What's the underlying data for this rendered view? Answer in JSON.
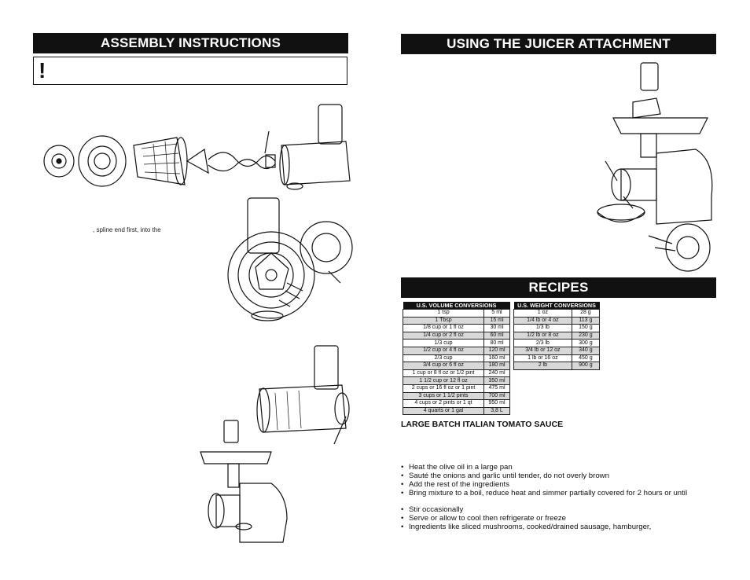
{
  "left": {
    "banner": "ASSEMBLY INSTRUCTIONS",
    "warning_icon": "!",
    "caption": ", spline end first, into the"
  },
  "right": {
    "banner_juicer": "USING THE JUICER ATTACHMENT",
    "banner_recipes": "RECIPES",
    "volume_table": {
      "title": "U.S. VOLUME CONVERSIONS",
      "rows": [
        [
          "1 tsp",
          "5 ml"
        ],
        [
          "1 Tbsp",
          "15 ml"
        ],
        [
          "1/8 cup or 1 fl oz",
          "30 ml"
        ],
        [
          "1/4 cup or 2 fl oz",
          "60 ml"
        ],
        [
          "1/3 cup",
          "80 ml"
        ],
        [
          "1/2 cup or 4 fl oz",
          "120 ml"
        ],
        [
          "2/3 cup",
          "160 ml"
        ],
        [
          "3/4 cup or 6 fl oz",
          "180 ml"
        ],
        [
          "1 cup or 8 fl oz or 1/2 pint",
          "240 ml"
        ],
        [
          "1 1/2 cup or 12 fl oz",
          "350 ml"
        ],
        [
          "2 cups or 16 fl oz or 1 pint",
          "475 ml"
        ],
        [
          "3 cups or 1 1/2 pints",
          "700 ml"
        ],
        [
          "4 cups or 2 pints or 1 qt",
          "950 ml"
        ],
        [
          "4 quarts or 1 gal",
          "3,8 L"
        ]
      ]
    },
    "weight_table": {
      "title": "U.S. WEIGHT CONVERSIONS",
      "rows": [
        [
          "1 oz",
          "28 g"
        ],
        [
          "1/4 lb or 4 oz",
          "113 g"
        ],
        [
          "1/3 lb",
          "150 g"
        ],
        [
          "1/2 lb or 8 oz",
          "230 g"
        ],
        [
          "2/3 lb",
          "300 g"
        ],
        [
          "3/4 lb or 12 oz",
          "340 g"
        ],
        [
          "1 lb or 16 oz",
          "450 g"
        ],
        [
          "2 lb",
          "900 g"
        ]
      ]
    },
    "recipe_title": "LARGE BATCH ITALIAN TOMATO SAUCE",
    "steps_a": [
      "Heat the olive oil in a large pan",
      "Sauté the onions and garlic until tender, do not overly brown",
      "Add the rest of the ingredients",
      "Bring mixture to a boil, reduce heat and simmer partially covered for 2 hours or until"
    ],
    "steps_b": [
      "Stir occasionally",
      "Serve or allow to cool then refrigerate or freeze",
      "Ingredients like sliced mushrooms, cooked/drained sausage, hamburger,"
    ]
  }
}
